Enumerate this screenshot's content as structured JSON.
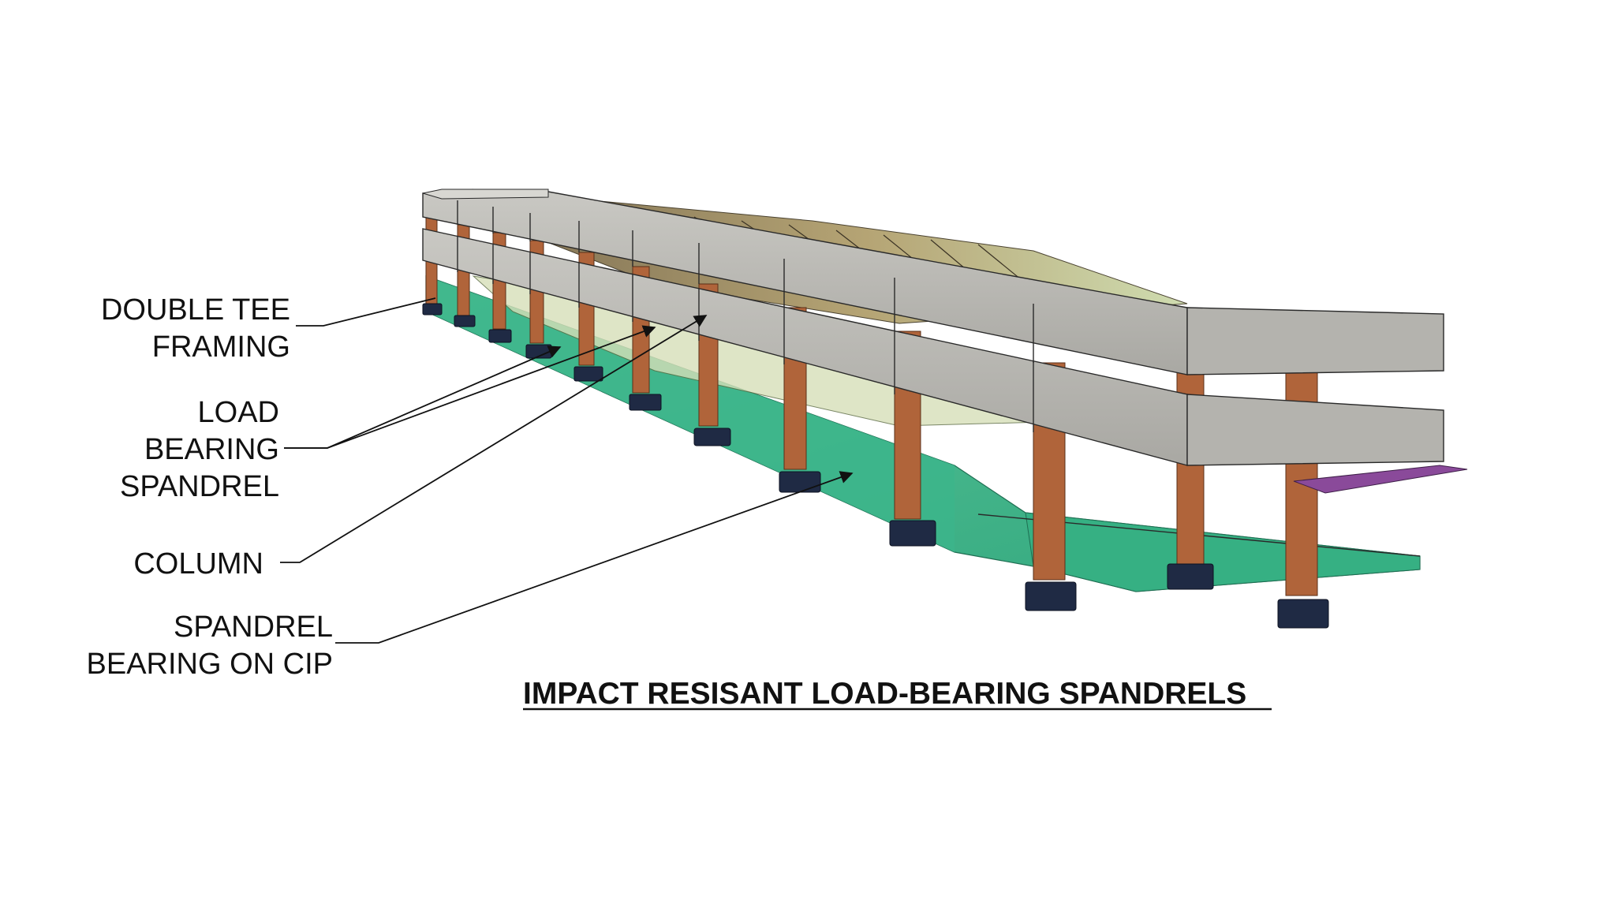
{
  "title": "IMPACT RESISANT LOAD-BEARING SPANDRELS",
  "callouts": [
    {
      "id": "double-tee",
      "lines": [
        "DOUBLE TEE",
        "FRAMING"
      ]
    },
    {
      "id": "load-bearing-spandrel",
      "lines": [
        "LOAD",
        "BEARING",
        "SPANDREL"
      ]
    },
    {
      "id": "column",
      "lines": [
        "COLUMN"
      ]
    },
    {
      "id": "spandrel-on-cip",
      "lines": [
        "SPANDREL",
        "BEARING ON CIP"
      ]
    }
  ],
  "colors": {
    "spandrel": "#bdbcb7",
    "spandrel_top": "#d8d7d2",
    "column": "#b0643a",
    "footing": "#1f2a44",
    "cip_wall": "#3bb58a",
    "double_tee": "#a89868",
    "double_tee_far": "#c8d6a8",
    "ledge": "#8a4a9a"
  }
}
